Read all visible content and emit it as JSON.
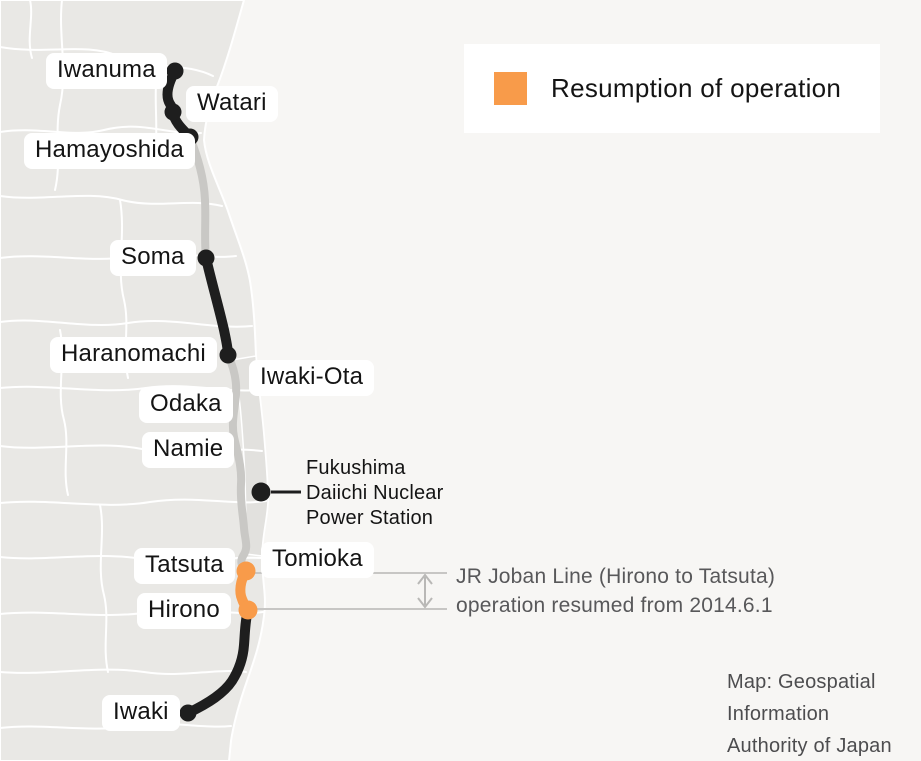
{
  "title": "JR Joban Line map",
  "legend": {
    "label": "Resumption of operation",
    "swatch_color": "#F89B4A"
  },
  "stations": {
    "iwanuma": "Iwanuma",
    "watari": "Watari",
    "hamayoshida": "Hamayoshida",
    "soma": "Soma",
    "haranomachi": "Haranomachi",
    "iwaki_ota": "Iwaki-Ota",
    "odaka": "Odaka",
    "namie": "Namie",
    "tatsuta": "Tatsuta",
    "tomioka": "Tomioka",
    "hirono": "Hirono",
    "iwaki": "Iwaki"
  },
  "facility": {
    "line1": "Fukushima",
    "line2": "Daiichi Nuclear",
    "line3": "Power Station"
  },
  "annotation": {
    "line1": "JR Joban Line (Hirono to Tatsuta)",
    "line2": "operation resumed from 2014.6.1"
  },
  "attribution": {
    "line1": "Map: Geospatial",
    "line2": "Information",
    "line3": "Authority of Japan"
  },
  "colors": {
    "resumed_segment": "#F89B4A",
    "operating_segment": "#1E1E1E",
    "suspended_segment": "#C9C8C5",
    "land": "#E9E8E5",
    "sea": "#F7F6F4"
  }
}
